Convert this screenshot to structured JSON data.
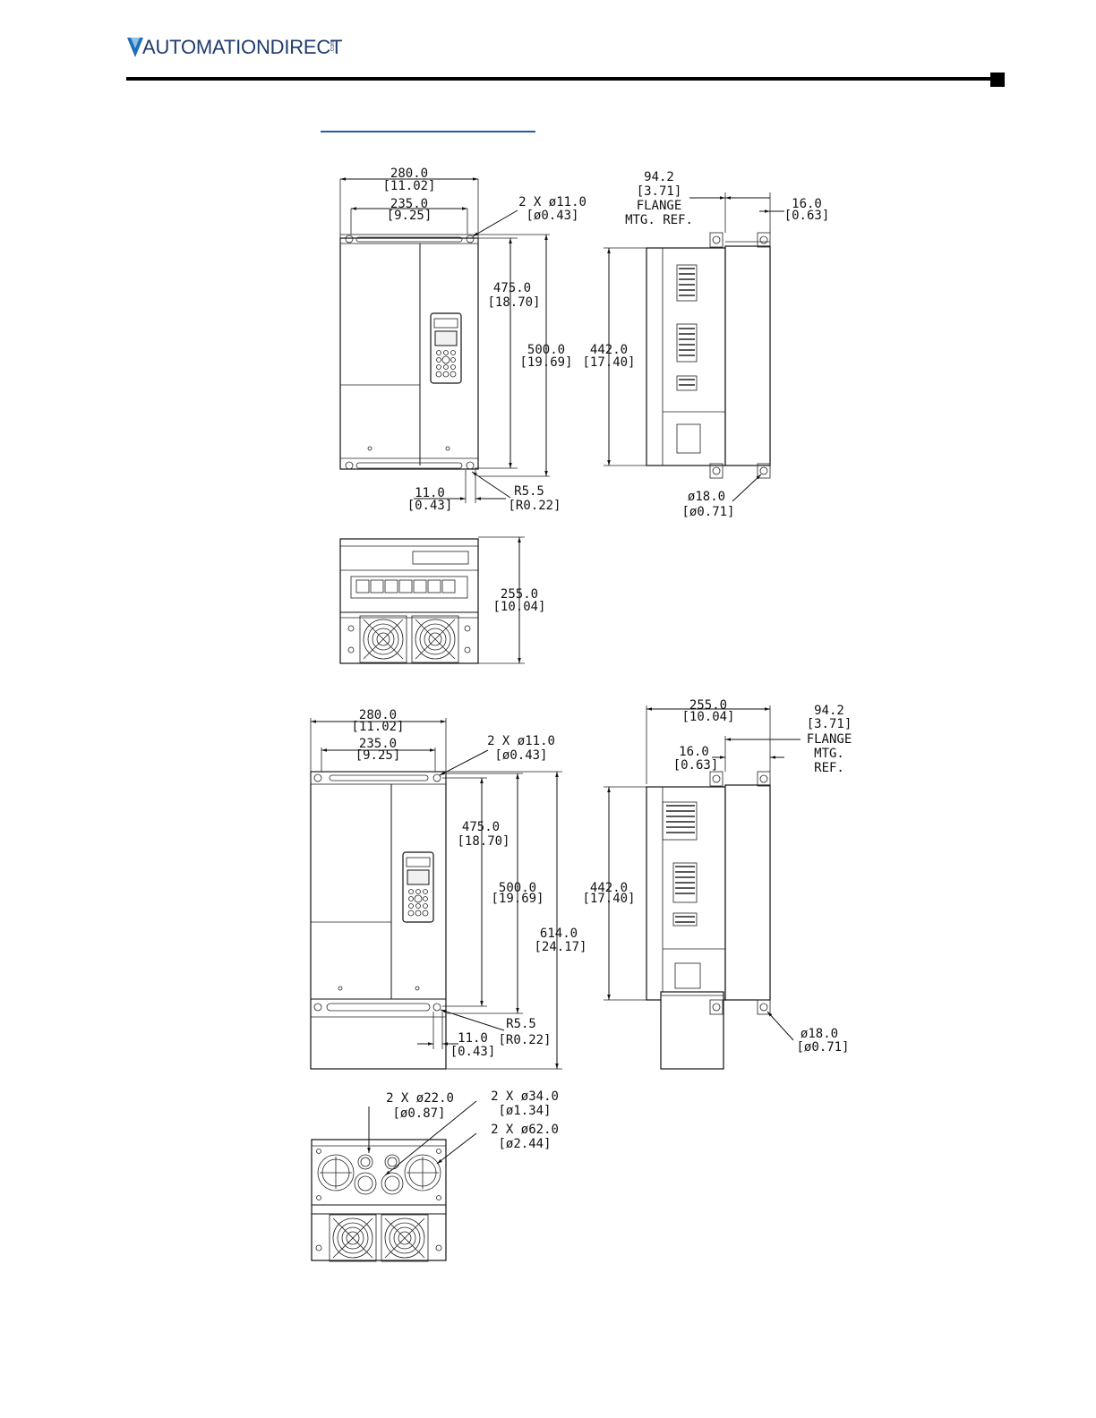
{
  "header": {
    "logo_text": "AUTOMATIONDIRECT",
    "logo_suffix": ".com"
  },
  "colors": {
    "logo_blue": "#1f3c6e",
    "rule": "#000000",
    "link_underline": "#1f5fa8"
  },
  "drawing1": {
    "front": {
      "width_mm": "280.0",
      "width_in": "[11.02]",
      "mount_mm": "235.0",
      "mount_in": "[9.25]",
      "holes_mm": "2 X ø11.0",
      "holes_in": "[ø0.43]",
      "h475_mm": "475.0",
      "h475_in": "[18.70]",
      "h500_mm": "500.0",
      "h500_in": "[19.69]",
      "bot_mm": "11.0",
      "bot_in": "[0.43]",
      "r_mm": "R5.5",
      "r_in": "[R0.22]"
    },
    "side": {
      "flange_mm": "94.2",
      "flange_in": "[3.71]",
      "flange_l1": "FLANGE",
      "flange_l2": "MTG. REF.",
      "d16_mm": "16.0",
      "d16_in": "[0.63]",
      "h442_mm": "442.0",
      "h442_in": "[17.40]",
      "hole_mm": "ø18.0",
      "hole_in": "[ø0.71]"
    },
    "bottom": {
      "d_mm": "255.0",
      "d_in": "[10.04]"
    }
  },
  "drawing2": {
    "front": {
      "width_mm": "280.0",
      "width_in": "[11.02]",
      "mount_mm": "235.0",
      "mount_in": "[9.25]",
      "holes_mm": "2 X ø11.0",
      "holes_in": "[ø0.43]",
      "h475_mm": "475.0",
      "h475_in": "[18.70]",
      "h500_mm": "500.0",
      "h500_in": "[19.69]",
      "h614_mm": "614.0",
      "h614_in": "[24.17]",
      "r_mm": "R5.5",
      "r_in": "[R0.22]",
      "bot_mm": "11.0",
      "bot_in": "[0.43]"
    },
    "side": {
      "d255_mm": "255.0",
      "d255_in": "[10.04]",
      "flange_mm": "94.2",
      "flange_in": "[3.71]",
      "flange_l1": "FLANGE",
      "flange_l2": "MTG.",
      "flange_l3": "REF.",
      "d16_mm": "16.0",
      "d16_in": "[0.63]",
      "h442_mm": "442.0",
      "h442_in": "[17.40]",
      "hole_mm": "ø18.0",
      "hole_in": "[ø0.71]"
    },
    "bottom": {
      "k22_mm": "2 X ø22.0",
      "k22_in": "[ø0.87]",
      "k34_mm": "2 X ø34.0",
      "k34_in": "[ø1.34]",
      "k62_mm": "2 X ø62.0",
      "k62_in": "[ø2.44]"
    }
  }
}
